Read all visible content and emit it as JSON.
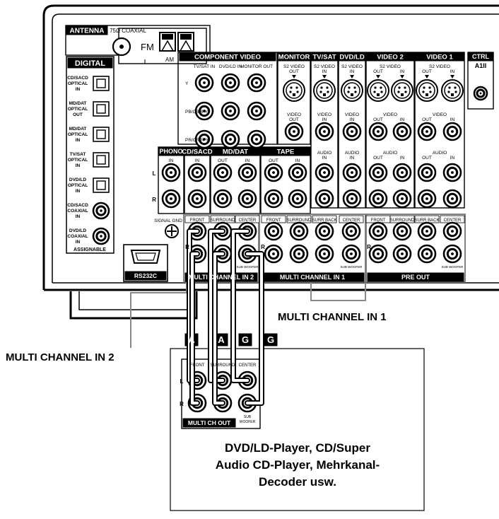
{
  "antenna": {
    "title": "ANTENNA",
    "coax": "75Ω COAXIAL",
    "fm": "FM",
    "am": "AM"
  },
  "digital": {
    "title": "DIGITAL",
    "inputs": [
      {
        "lines": [
          "CD/SACD",
          "OPTICAL",
          "IN"
        ],
        "kind": "optical"
      },
      {
        "lines": [
          "MD/DAT",
          "OPTICAL",
          "OUT"
        ],
        "kind": "optical"
      },
      {
        "lines": [
          "MD/DAT",
          "OPTICAL",
          "IN"
        ],
        "kind": "optical"
      },
      {
        "lines": [
          "TV/SAT",
          "OPTICAL",
          "IN"
        ],
        "kind": "optical"
      },
      {
        "lines": [
          "DVD/LD",
          "OPTICAL",
          "IN"
        ],
        "kind": "optical"
      },
      {
        "lines": [
          "CD/SACD",
          "COAXIAL",
          "IN"
        ],
        "kind": "coax"
      },
      {
        "lines": [
          "DVD/LD",
          "COAXIAL",
          "IN"
        ],
        "kind": "coax"
      }
    ],
    "footer": "ASSIGNABLE"
  },
  "component_video": {
    "title": "COMPONENT VIDEO",
    "cols": [
      "TV/SAT IN",
      "DVD/LD IN",
      "MONITOR OUT"
    ],
    "rows": [
      "Y",
      "PB/CB/B-Y",
      "PR/CR/R-Y"
    ]
  },
  "video_sections": [
    {
      "title": "MONITOR",
      "s2": [
        "S2 VIDEO",
        "OUT"
      ],
      "video": [
        "VIDEO",
        "OUT"
      ],
      "audio": []
    },
    {
      "title": "TV/SAT",
      "s2": [
        "S2 VIDEO",
        "IN"
      ],
      "video": [
        "VIDEO",
        "IN"
      ],
      "audio": [
        "AUDIO",
        "IN"
      ]
    },
    {
      "title": "DVD/LD",
      "s2": [
        "S2 VIDEO",
        "IN"
      ],
      "video": [
        "VIDEO",
        "IN"
      ],
      "audio": [
        "AUDIO",
        "IN"
      ]
    },
    {
      "title": "VIDEO 2",
      "s2": [
        "S2 VIDEO",
        "OUT",
        "IN"
      ],
      "video": [
        "VIDEO",
        "OUT",
        "IN"
      ],
      "audio": [
        "AUDIO",
        "OUT",
        "IN"
      ]
    },
    {
      "title": "VIDEO 1",
      "s2": [
        "S2 VIDEO",
        "OUT",
        "IN"
      ],
      "video": [
        "VIDEO",
        "OUT",
        "IN"
      ],
      "audio": [
        "AUDIO",
        "OUT",
        "IN"
      ]
    }
  ],
  "ctrl": {
    "title": "CTRL",
    "sub": "A1II"
  },
  "phono": {
    "title": "PHONO",
    "sub": "IN"
  },
  "audio_sections": [
    {
      "title": "CD/SACD",
      "cols": [
        "IN"
      ]
    },
    {
      "title": "MD/DAT",
      "cols": [
        "OUT",
        "IN"
      ]
    },
    {
      "title": "TAPE",
      "cols": [
        "OUT",
        "IN"
      ]
    }
  ],
  "channel_labels": {
    "l": "L",
    "r": "R"
  },
  "signal_gnd": "SIGNAL GND",
  "multi_in2": {
    "labels": [
      "FRONT",
      "SURROUND",
      "CENTER"
    ],
    "sub": "SUB WOOFER",
    "footer": "MULTI CHANNEL IN 2"
  },
  "multi_in1": {
    "labels": [
      "FRONT",
      "SURROUND",
      "SURR BACK",
      "CENTER"
    ],
    "sub": "SUB WOOFER",
    "footer": "MULTI CHANNEL IN 1"
  },
  "pre_out": {
    "labels": [
      "FRONT",
      "SURROUND",
      "SURR BACK",
      "CENTER"
    ],
    "sub": "SUB WOOFER",
    "footer": "PRE OUT"
  },
  "rs232c": "RS232C",
  "callouts": {
    "multi_in1": "MULTI CHANNEL IN 1",
    "multi_in2": "MULTI CHANNEL IN 2"
  },
  "cable_tags": [
    "A",
    "A",
    "G",
    "G"
  ],
  "device": {
    "labels": [
      "FRONT",
      "SURROUND",
      "CENTER"
    ],
    "sub": "SUB WOOFER",
    "footer": "MULTI CH OUT",
    "lines": [
      "DVD/LD-Player, CD/Super",
      "Audio CD-Player, Mehrkanal-",
      "Decoder usw."
    ]
  }
}
